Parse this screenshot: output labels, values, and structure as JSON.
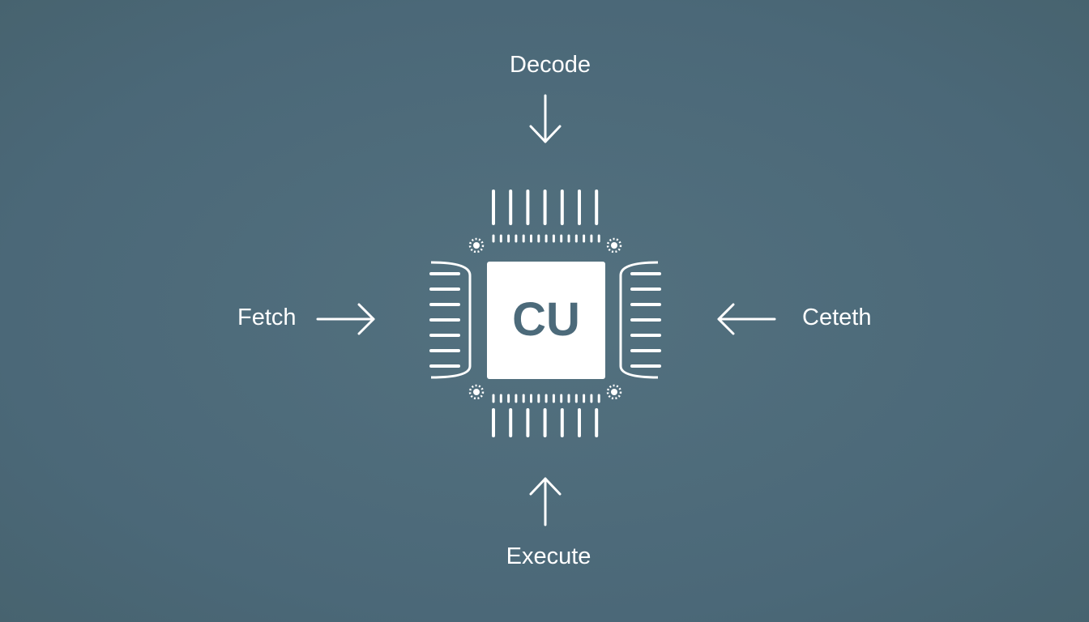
{
  "diagram": {
    "center_label": "CU",
    "inputs": {
      "top": "Decode",
      "left": "Fetch",
      "right": "Ceteth",
      "bottom": "Execute"
    }
  },
  "colors": {
    "background": "#4c6a7a",
    "foreground": "#ffffff",
    "chip_text": "#4c6a7a"
  },
  "icons": {
    "chip": "cpu-chip-icon",
    "arrow_top": "arrow-down-icon",
    "arrow_left": "arrow-right-icon",
    "arrow_right": "arrow-left-icon",
    "arrow_bottom": "arrow-up-icon"
  }
}
